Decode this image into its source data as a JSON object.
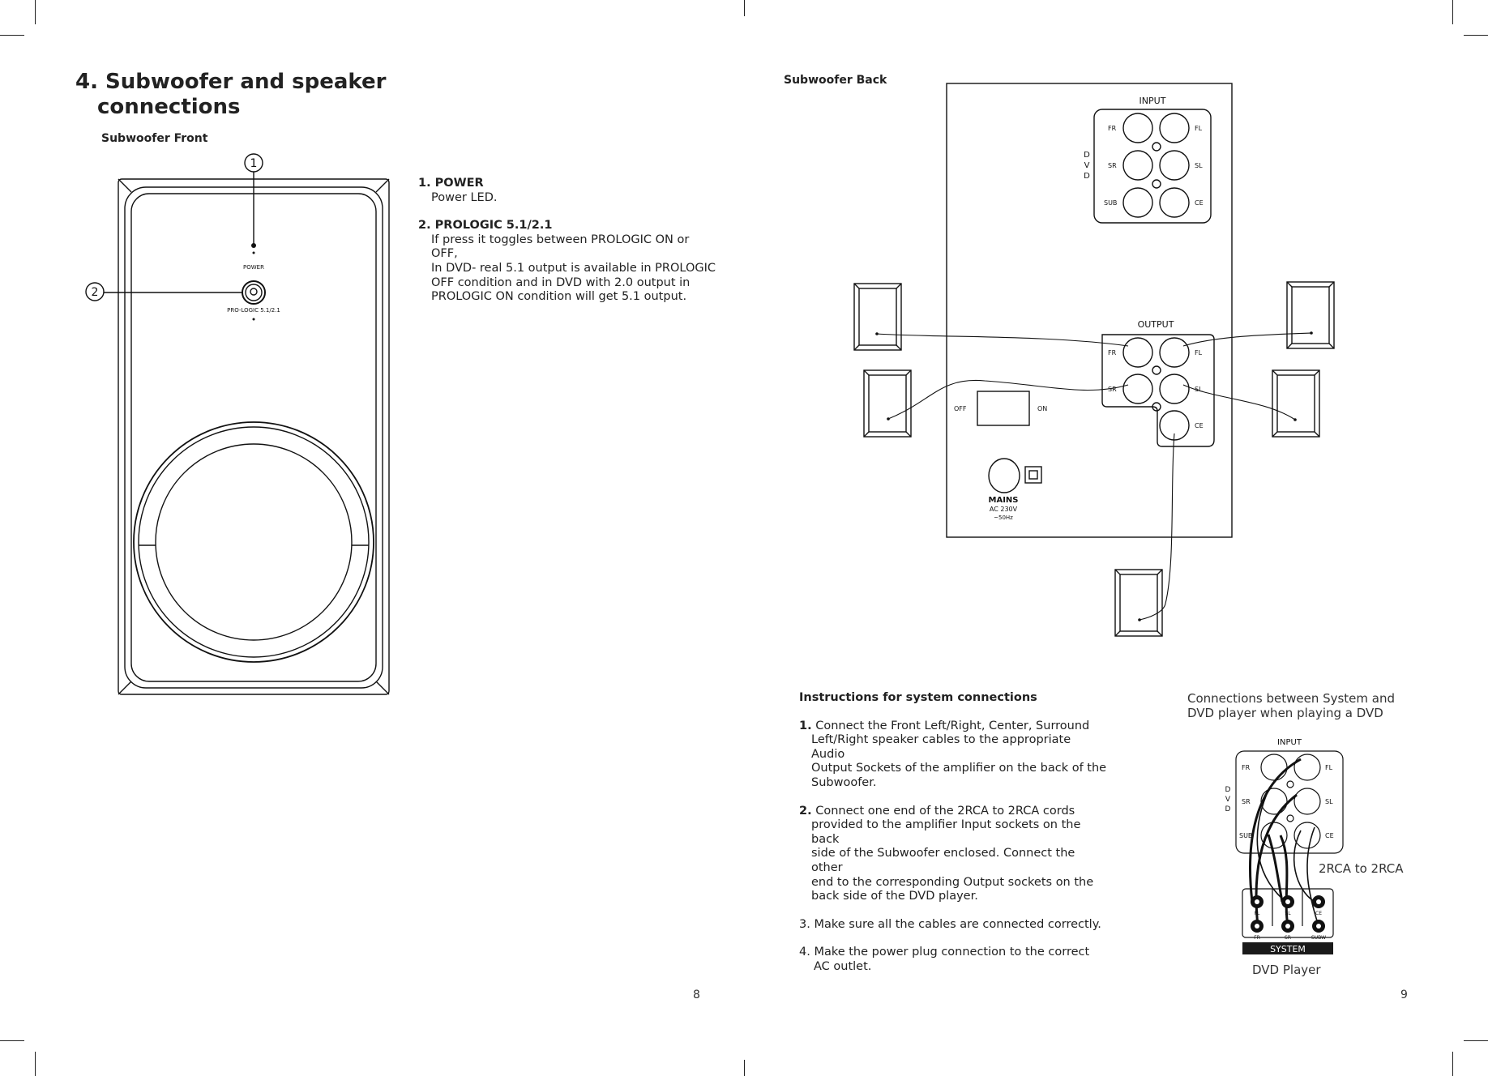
{
  "left_page": {
    "section_title_line1": "4. Subwoofer and speaker",
    "section_title_line2": "connections",
    "front_label": "Subwoofer Front",
    "callout_1": "1",
    "callout_2": "2",
    "panel_power": "POWER",
    "panel_prologic": "PRO-LOGIC 5.1/2.1",
    "item1_title": "1. POWER",
    "item1_text": "Power LED.",
    "item2_title": "2. PROLOGIC 5.1/2.1",
    "item2_lines": [
      "If press it toggles between PROLOGIC ON or OFF,",
      "In DVD- real 5.1 output is available in PROLOGIC",
      "OFF  condition and in DVD with 2.0 output in",
      "PROLOGIC ON condition will get 5.1 output."
    ],
    "page_number": "8"
  },
  "right_page": {
    "back_label": "Subwoofer Back",
    "input_label": "INPUT",
    "output_label": "OUTPUT",
    "dvd_letters": [
      "D",
      "V",
      "D"
    ],
    "jack_labels": {
      "fr": "FR",
      "fl": "FL",
      "sr": "SR",
      "sl": "SL",
      "sub": "SUB",
      "ce": "CE"
    },
    "switch_off": "OFF",
    "switch_on": "ON",
    "mains": "MAINS",
    "mains_voltage": "AC 230V",
    "mains_freq": "~50Hz",
    "instructions_title": "Instructions for system connections",
    "step1_num": "1.",
    "step1_first": "Connect the Front Left/Right, Center, Surround",
    "step1_rest": [
      "Left/Right speaker cables to the appropriate Audio",
      "Output Sockets of the amplifier on the back of the",
      "Subwoofer."
    ],
    "step2_num": "2.",
    "step2_first": "Connect one end of the 2RCA to 2RCA cords",
    "step2_rest": [
      "provided to the amplifier Input sockets on the back",
      "side of the Subwoofer enclosed. Connect the other",
      "end to the corresponding Output sockets on the",
      "back side of the DVD player."
    ],
    "step3": "3. Make sure all the cables are connected correctly.",
    "step4_first": "4. Make the power plug connection to the correct",
    "step4_second": "AC outlet.",
    "connections_line1": "Connections between System and",
    "connections_line2": "DVD player when playing a DVD",
    "small_input_label": "INPUT",
    "rca_label": "2RCA to 2RCA",
    "system_label": "SYSTEM",
    "system_jacks_top": [
      "FL",
      "SL",
      "CE"
    ],
    "system_jacks_bottom": [
      "FR",
      "SR",
      "SUBW"
    ],
    "dvd_player_label": "DVD Player",
    "page_number": "9"
  }
}
